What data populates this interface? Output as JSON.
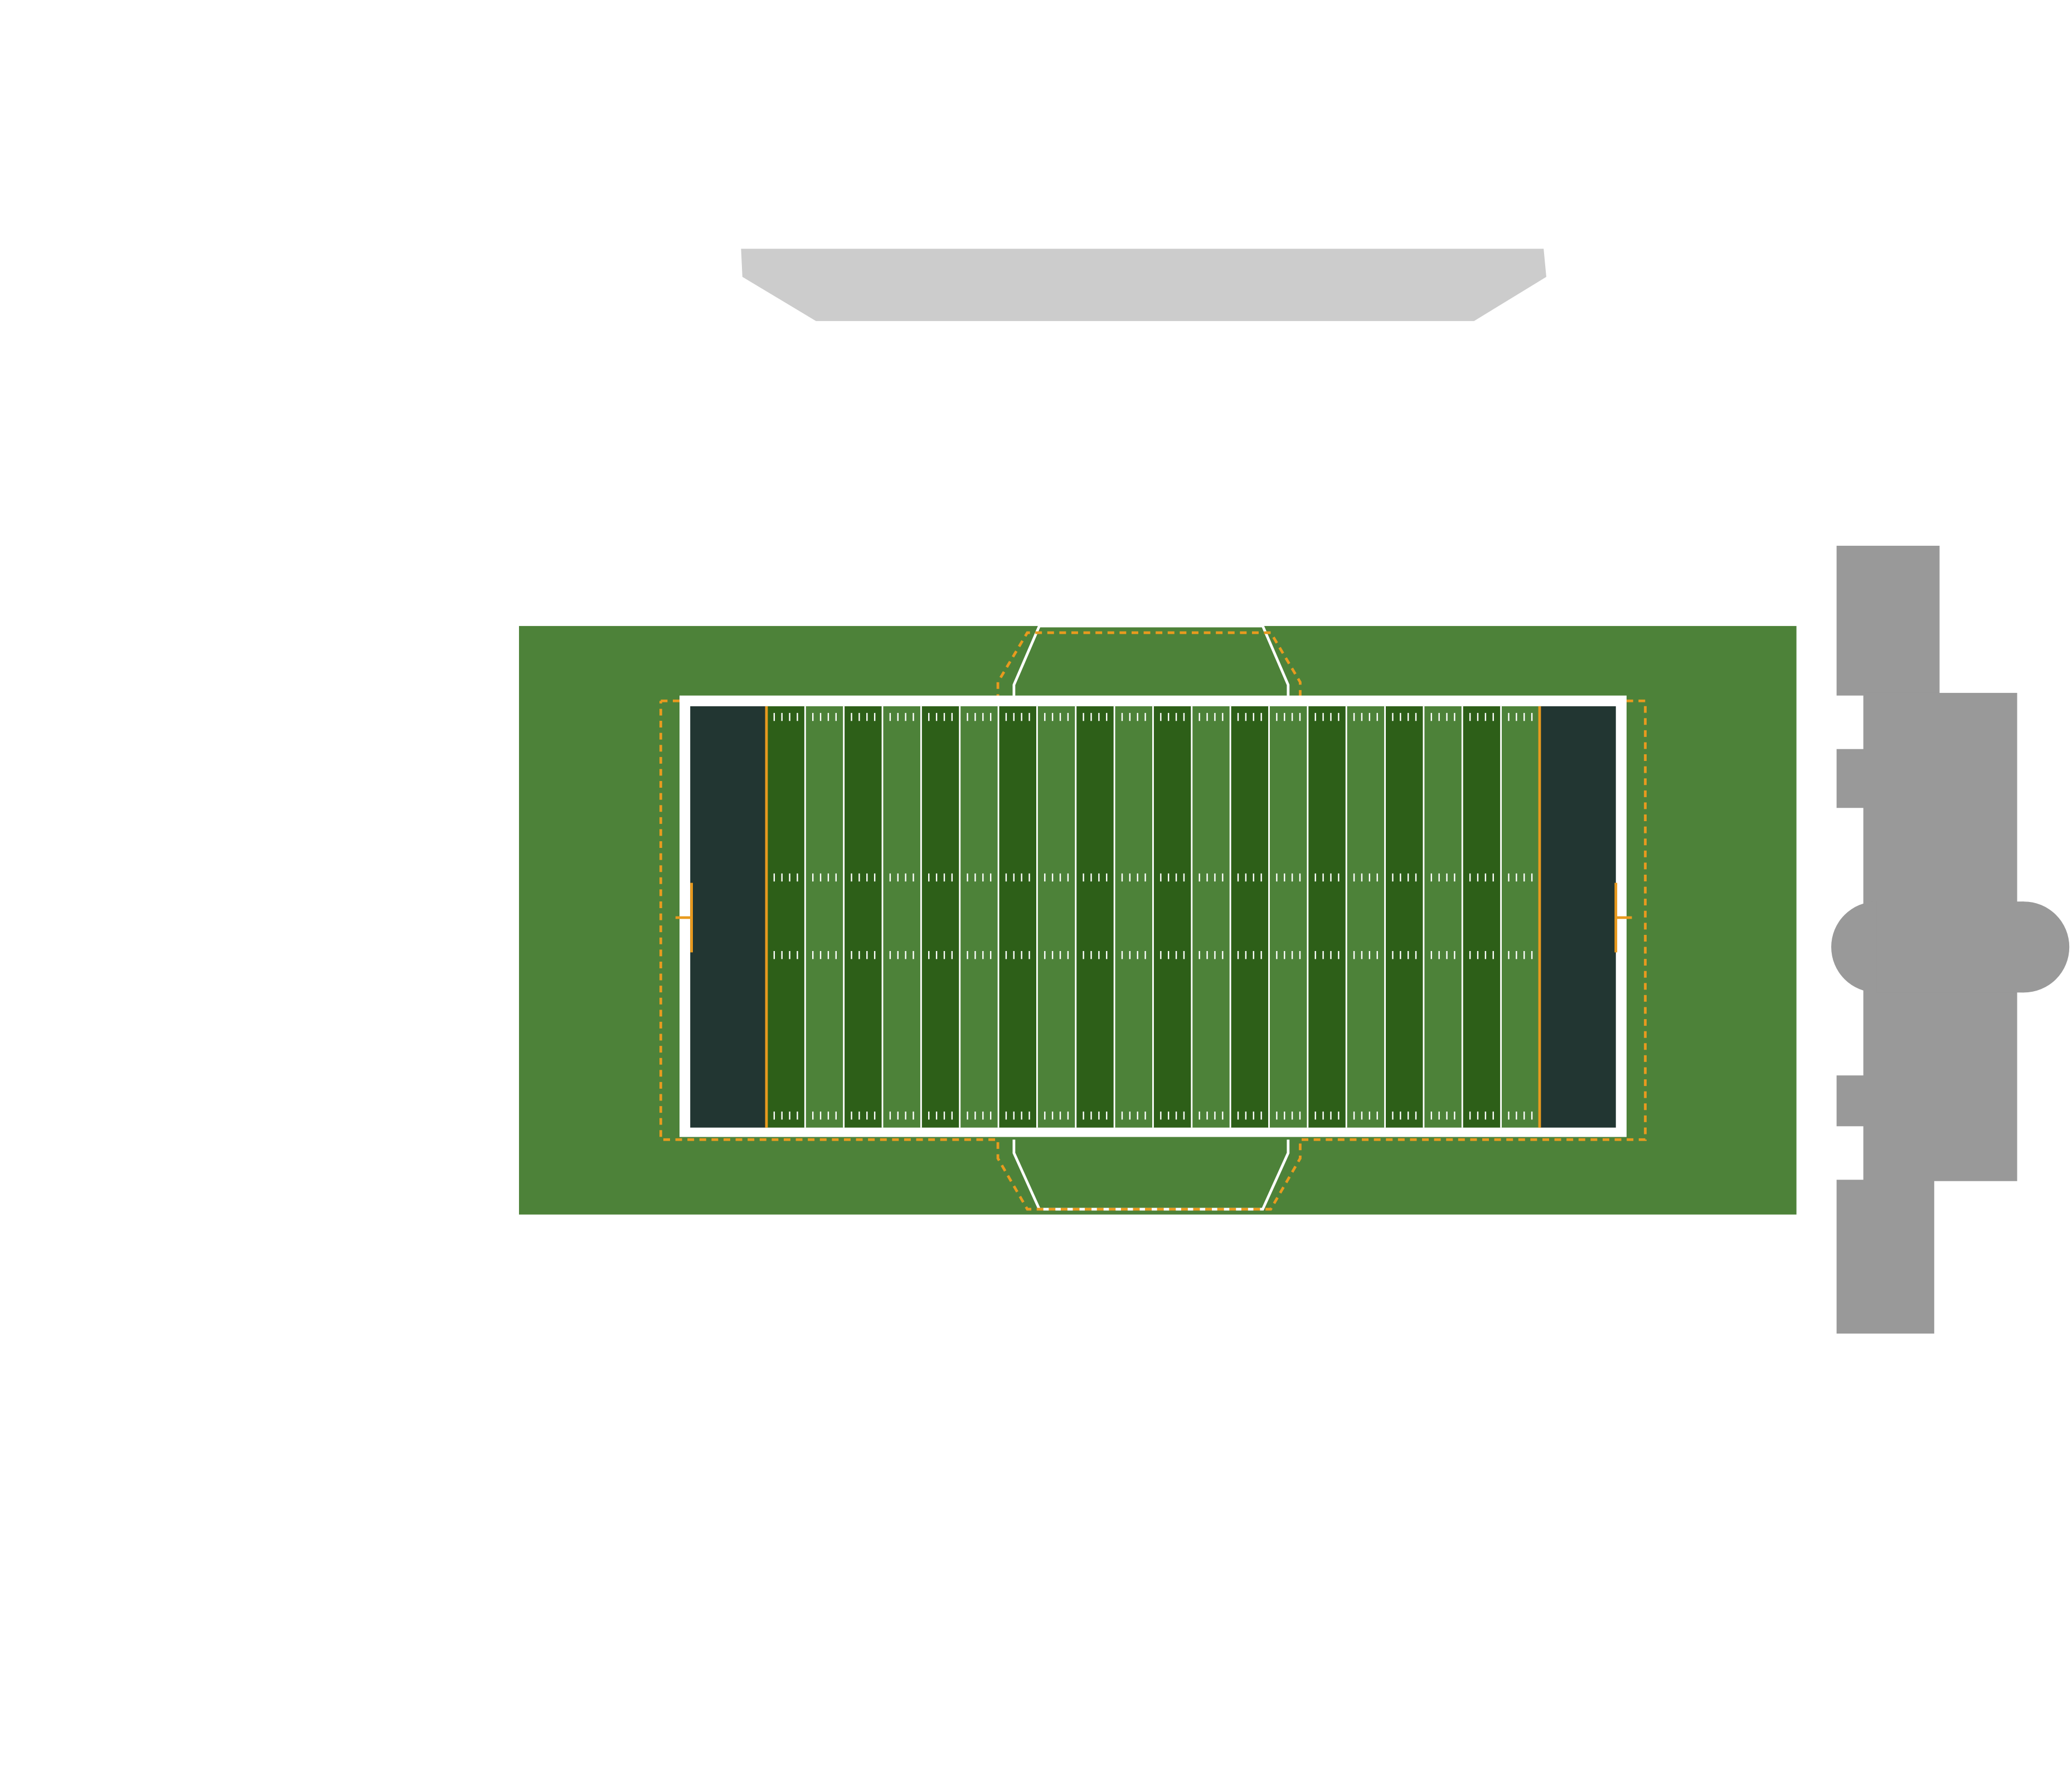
{
  "diagram": {
    "background_color": "#ffffff",
    "turf_color": "#4d8239",
    "stripe_dark_color": "#2d5f18",
    "stripe_light_color": "#4d8239",
    "endzone_color": "#223632",
    "line_color": "#ffffff",
    "goal_line_color": "#e89a1e",
    "team_box_outline_color": "#e89a1e",
    "structure_color": "#999999",
    "stand_color": "#cccccc",
    "yard_stripe_count": 20,
    "hash_rows": 4,
    "hash_marks_per_stripe": 4,
    "goalpost_count": 2
  }
}
